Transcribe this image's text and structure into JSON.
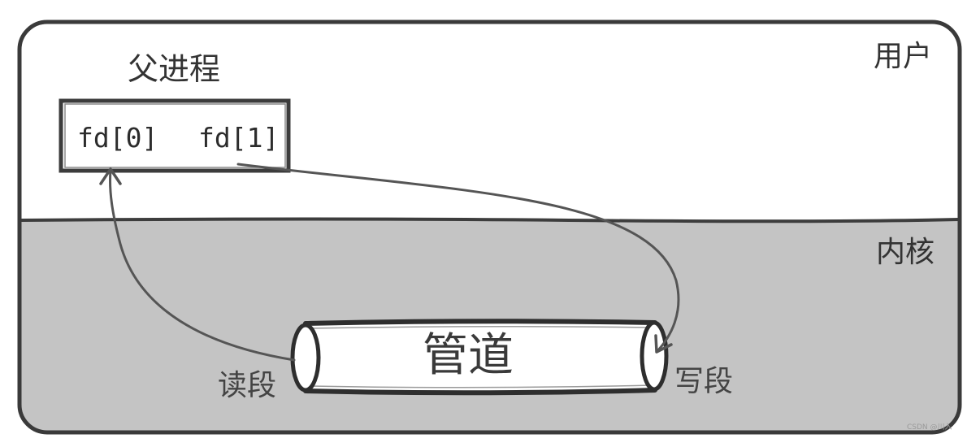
{
  "zones": {
    "user_label": "用户",
    "kernel_label": "内核"
  },
  "process": {
    "title": "父进程",
    "fd_read": "fd[0]",
    "fd_write": "fd[1]"
  },
  "pipe": {
    "label": "管道",
    "read_end_label": "读段",
    "write_end_label": "写段"
  },
  "watermark": "CSDN @川入",
  "colors": {
    "user_space": "#ffffff",
    "kernel_space": "#c4c4c4",
    "outline": "#3a3a3a",
    "arrow": "#555555"
  }
}
